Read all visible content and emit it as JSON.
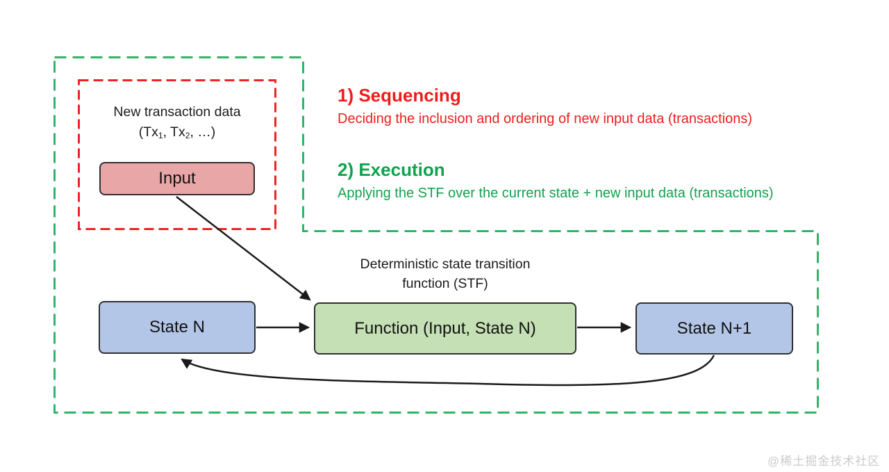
{
  "annotations": {
    "sequencing": {
      "heading": "1) Sequencing",
      "description": "Deciding the inclusion and ordering of new input data (transactions)"
    },
    "execution": {
      "heading": "2) Execution",
      "description": "Applying the STF over the current state + new input data (transactions)"
    }
  },
  "diagram": {
    "transaction_note": {
      "line1": "New transaction data",
      "tx_open": "(Tx",
      "tx_sub1": "1",
      "tx_mid": ", Tx",
      "tx_sub2": "2",
      "tx_close": ", …)"
    },
    "input_box_label": "Input",
    "stf_label": {
      "line1": "Deterministic state transition",
      "line2": "function (STF)"
    },
    "state_n_label": "State N",
    "function_label": "Function (Input, State N)",
    "state_n1_label": "State N+1"
  },
  "watermark": "@稀土掘金技术社区",
  "colors": {
    "red_accent": "#ee1c1c",
    "green_text": "#10a24e",
    "green_dash_border": "#2eb567",
    "input_box_fill": "#e8a6a6",
    "state_box_fill": "#b4c6e7",
    "function_box_fill": "#c5e0b4",
    "box_border": "#2f2f2f",
    "arrow_color": "#1a1a1a",
    "watermark_color": "#cbcbcb"
  }
}
